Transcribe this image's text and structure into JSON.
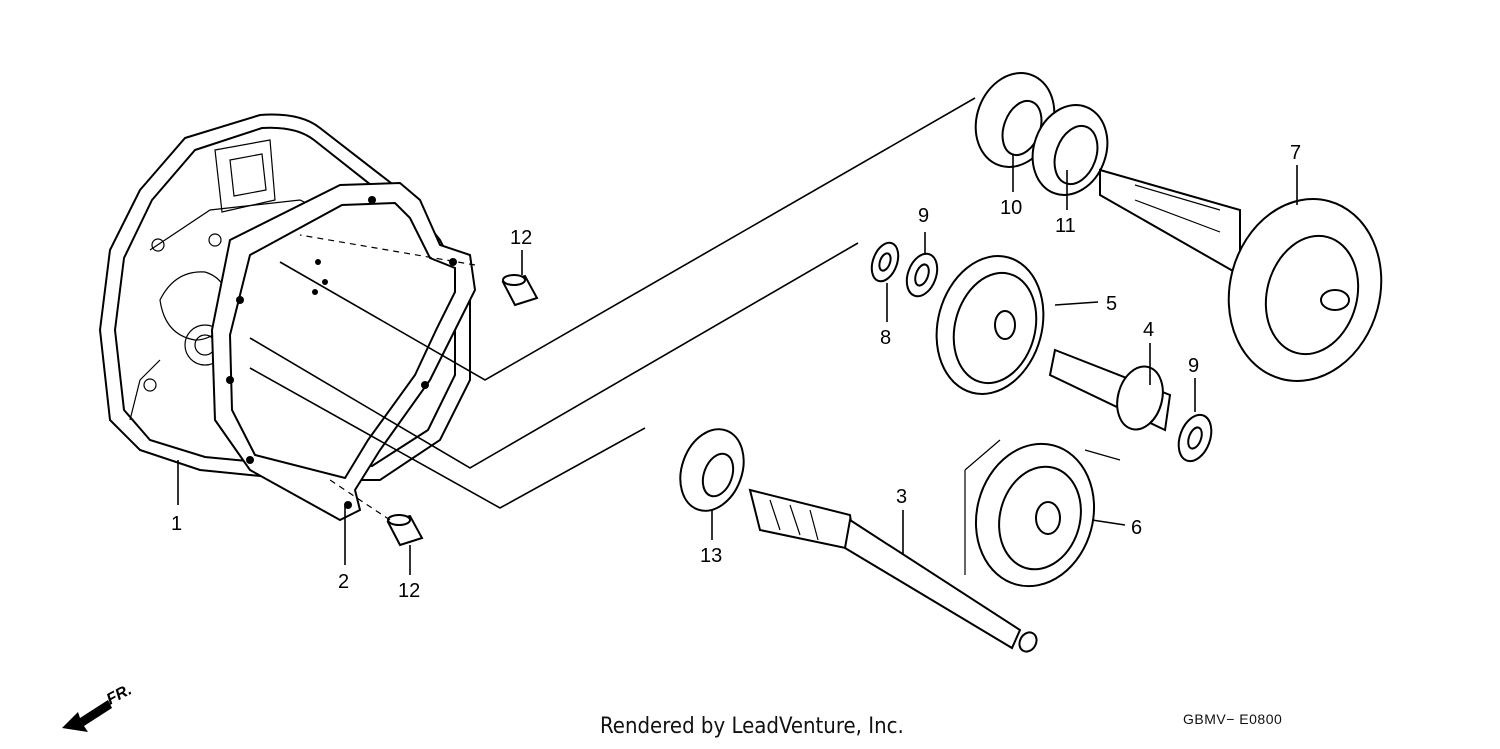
{
  "diagram": {
    "callouts": {
      "c1": "1",
      "c2": "2",
      "c3": "3",
      "c4": "4",
      "c5": "5",
      "c6": "6",
      "c7": "7",
      "c8": "8",
      "c9a": "9",
      "c9b": "9",
      "c10": "10",
      "c11": "11",
      "c12a": "12",
      "c12b": "12",
      "c13": "13"
    },
    "direction_label": "FR.",
    "credit": "Rendered by LeadVenture, Inc.",
    "diagram_code": "GBMV− E0800"
  },
  "colors": {
    "ink": "#000000",
    "background": "#ffffff"
  },
  "icons": {
    "direction": "front-direction-arrow-icon"
  }
}
